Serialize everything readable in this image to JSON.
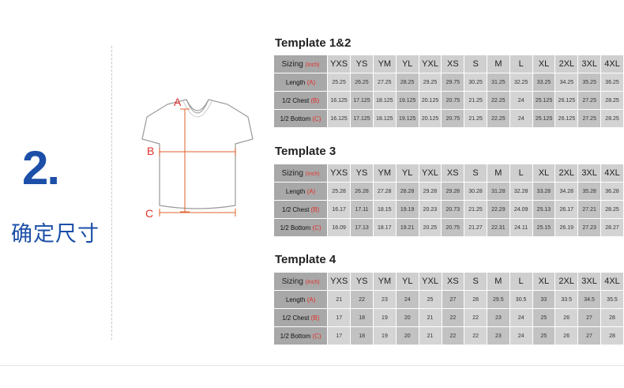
{
  "step": {
    "number": "2.",
    "title": "确定尺寸"
  },
  "shirt": {
    "label_a": "A",
    "label_b": "B",
    "label_c": "C",
    "line_color": "#e0612b"
  },
  "sizes": [
    "YXS",
    "YS",
    "YM",
    "YL",
    "YXL",
    "XS",
    "S",
    "M",
    "L",
    "XL",
    "2XL",
    "3XL",
    "4XL"
  ],
  "sizing_label": "Sizing",
  "unit_label": "(Inch)",
  "templates": [
    {
      "title": "Template 1&2",
      "rows": [
        {
          "label": "Length",
          "mark": "(A)",
          "values": [
            "25.25",
            "26.25",
            "27.25",
            "28.25",
            "29.25",
            "29.75",
            "30.25",
            "31.25",
            "32.25",
            "33.25",
            "34.25",
            "35.25",
            "36.25"
          ]
        },
        {
          "label": "1/2 Chest",
          "mark": "(B)",
          "values": [
            "16.125",
            "17.125",
            "18.125",
            "19.125",
            "20.125",
            "20.75",
            "21.25",
            "22.25",
            "24",
            "25.125",
            "26.125",
            "27.25",
            "28.25"
          ]
        },
        {
          "label": "1/2 Bottom",
          "mark": "(C)",
          "values": [
            "16.125",
            "17.125",
            "18.125",
            "19.125",
            "20.125",
            "20.75",
            "21.25",
            "22.25",
            "24",
            "25.125",
            "26.125",
            "27.25",
            "28.25"
          ]
        }
      ]
    },
    {
      "title": "Template 3",
      "rows": [
        {
          "label": "Length",
          "mark": "(A)",
          "values": [
            "25.28",
            "26.28",
            "27.28",
            "28.28",
            "29.28",
            "29.28",
            "30.28",
            "31.28",
            "32.28",
            "33.28",
            "34.28",
            "35.28",
            "36.28"
          ]
        },
        {
          "label": "1/2 Chest",
          "mark": "(B)",
          "values": [
            "16.17",
            "17.11",
            "18.15",
            "19.19",
            "20.23",
            "20.73",
            "21.25",
            "22.29",
            "24.09",
            "25.13",
            "26.17",
            "27.21",
            "28.25"
          ]
        },
        {
          "label": "1/2 Bottom",
          "mark": "(C)",
          "values": [
            "16.09",
            "17.13",
            "18.17",
            "19.21",
            "20.25",
            "20.75",
            "21.27",
            "22.31",
            "24.11",
            "25.15",
            "26.19",
            "27.23",
            "28.27"
          ]
        }
      ]
    },
    {
      "title": "Template 4",
      "rows": [
        {
          "label": "Length",
          "mark": "(A)",
          "values": [
            "21",
            "22",
            "23",
            "24",
            "25",
            "27",
            "28",
            "29.5",
            "30.5",
            "33",
            "33.5",
            "34.5",
            "35.5"
          ]
        },
        {
          "label": "1/2 Chest",
          "mark": "(B)",
          "values": [
            "17",
            "18",
            "19",
            "20",
            "21",
            "22",
            "22",
            "23",
            "24",
            "25",
            "26",
            "27",
            "28"
          ]
        },
        {
          "label": "1/2 Bottom",
          "mark": "(C)",
          "values": [
            "17",
            "18",
            "19",
            "20",
            "21",
            "22",
            "22",
            "23",
            "24",
            "25",
            "26",
            "27",
            "28"
          ]
        }
      ]
    }
  ]
}
